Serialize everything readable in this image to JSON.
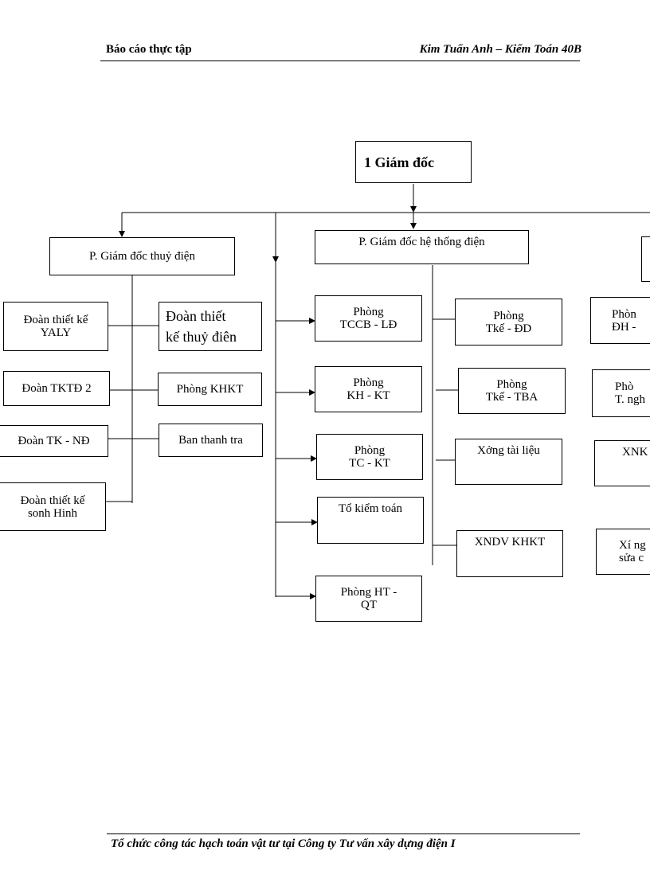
{
  "header": {
    "left": "Báo cáo thực tập",
    "right": "Kim Tuấn Anh – Kiểm Toán 40B"
  },
  "footer": {
    "text": "Tổ chức công tác hạch toán vật tư tại Công ty Tư vấn xây dựng điện I"
  },
  "chart": {
    "director": "1   Giám đốc",
    "hydro_deputy": "P. Giám đốc thuỷ điện",
    "grid_deputy": "P. Giám đốc hệ thống điện",
    "hydro_left": [
      {
        "l1": "Đoàn thiết kế",
        "l2": "YALY"
      },
      {
        "l1": "Đoàn TKTĐ 2"
      },
      {
        "l1": "Đoàn TK - NĐ"
      },
      {
        "l1": "Đoàn thiết kế",
        "l2": "sonh Hinh"
      }
    ],
    "hydro_right": [
      {
        "l1": "Đoàn thiết",
        "l2": "kế thuỷ điên"
      },
      {
        "l1": "Phòng KHKT"
      },
      {
        "l1": "Ban thanh tra"
      }
    ],
    "staff": [
      {
        "l1": "Phòng",
        "l2": "TCCB - LĐ"
      },
      {
        "l1": "Phòng",
        "l2": "KH - KT"
      },
      {
        "l1": "Phòng",
        "l2": "TC - KT"
      },
      {
        "l1": "Tổ kiểm toán"
      },
      {
        "l1": "Phòng HT -",
        "l2": "QT"
      }
    ],
    "grid_units": [
      {
        "l1": "Phòng",
        "l2": "Tkế - ĐD"
      },
      {
        "l1": "Phòng",
        "l2": "Tkế - TBA"
      },
      {
        "l1": "Xởng   tài liệu"
      },
      {
        "l1": "XNDV KHKT"
      }
    ],
    "cut_right": [
      {
        "l1": "Phòn",
        "l2": "ĐH -"
      },
      {
        "l1": "Phò",
        "l2": "T. ngh"
      },
      {
        "l1": "XNK"
      },
      {
        "l1": "Xí ng",
        "l2": "sửa c"
      }
    ]
  }
}
